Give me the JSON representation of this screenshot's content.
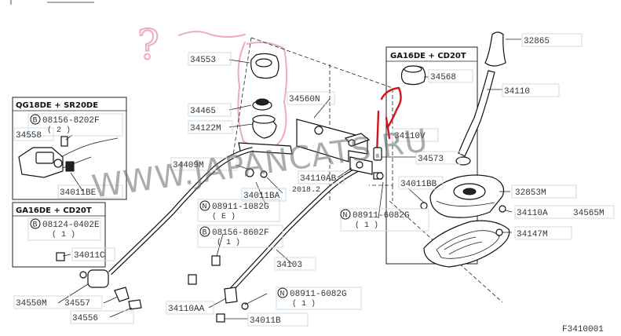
{
  "labels": {
    "p32865": "32865",
    "p34553": "34553",
    "p34568": "34568",
    "p34110": "34110",
    "p34465": "34465",
    "p34560n": "34560N",
    "p34122m": "34122M",
    "p34110v": "34110V",
    "p34573": "34573",
    "p34409m": "34409M",
    "p34110ab": "34110AB",
    "p34011bb": "34011BB",
    "p32853m": "32853M",
    "p34011ba": "34011BA",
    "p34110a": "34110A",
    "p34565m": "34565M",
    "p34147m": "34147M",
    "p34558": "34558",
    "p34011be": "34011BE",
    "p34011c": "34011C",
    "p34103": "34103",
    "p34550m": "34550M",
    "p34557": "34557",
    "p34556": "34556",
    "p34110aa": "34110AA",
    "p34011b": "34011B",
    "bolt08156_8202": "08156-8202F",
    "qty_2": "( 2 )",
    "bolt08124": "08124-0402E",
    "qty_1a": "( 1 )",
    "nut08911_1082": "08911-1082G",
    "qty_e": "( E )",
    "bolt08156_8602": "08156-8602F",
    "qty_1b": "( 1 )",
    "nut08911_6082_a": "08911-6082G",
    "qty_1c": "( 1 )",
    "nut08911_6082_b": "08911-6082G",
    "qty_1d": "( 1 )",
    "partial_num": "2018.2"
  },
  "groups": {
    "qg18de": "QG18DE + SR20DE",
    "ga16de_left": "GA16DE + CD20T",
    "ga16de_right": "GA16DE + CD20T"
  },
  "markers": {
    "b": "B",
    "n": "N"
  },
  "watermark": "WWW.JAPANCATS.RU",
  "figure_code": "F3410001",
  "annotation": "?",
  "colors": {
    "pink_annotation": "#f0a8c8",
    "red_annotation": "#d4141e",
    "label_box": "#c9dde8"
  }
}
